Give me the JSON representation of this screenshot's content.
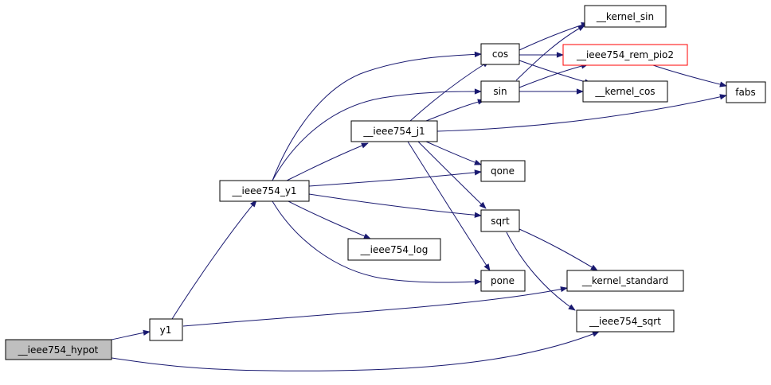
{
  "graph": {
    "colors": {
      "edge": "#191970",
      "node_border": "#000000",
      "highlight_border": "#ff0000",
      "root_fill": "#bfbfbf",
      "node_fill": "#ffffff"
    },
    "nodes": {
      "hypot": {
        "label": "__ieee754_hypot"
      },
      "y1": {
        "label": "y1"
      },
      "ieee_y1": {
        "label": "__ieee754_y1"
      },
      "ieee_j1": {
        "label": "__ieee754_j1"
      },
      "ieee_log": {
        "label": "__ieee754_log"
      },
      "cos": {
        "label": "cos"
      },
      "sin": {
        "label": "sin"
      },
      "qone": {
        "label": "qone"
      },
      "sqrt": {
        "label": "sqrt"
      },
      "pone": {
        "label": "pone"
      },
      "kernel_sin": {
        "label": "__kernel_sin"
      },
      "rem_pio2": {
        "label": "__ieee754_rem_pio2"
      },
      "kernel_cos": {
        "label": "__kernel_cos"
      },
      "fabs": {
        "label": "fabs"
      },
      "kernel_standard": {
        "label": "__kernel_standard"
      },
      "ieee_sqrt": {
        "label": "__ieee754_sqrt"
      }
    }
  }
}
